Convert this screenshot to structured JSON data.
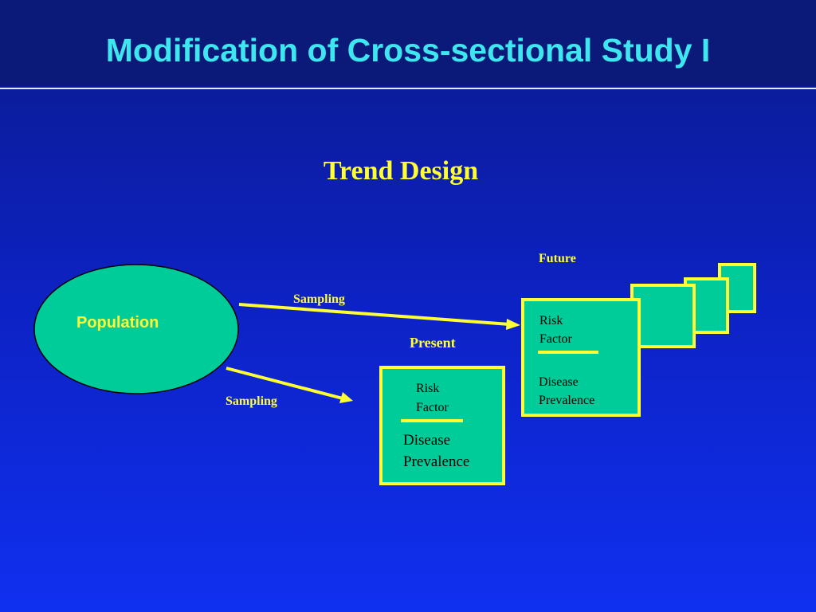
{
  "slide": {
    "title": "Modification of Cross-sectional Study I",
    "subtitle": "Trend Design"
  },
  "population": {
    "label": "Population"
  },
  "arrows": {
    "upper_label": "Sampling",
    "lower_label": "Sampling"
  },
  "present": {
    "label": "Present",
    "box": {
      "line1": "Risk",
      "line2": "Factor",
      "line3": "Disease",
      "line4": "Prevalence"
    }
  },
  "future": {
    "label": "Future",
    "box": {
      "line1": "Risk",
      "line2": "Factor",
      "line3": "Disease",
      "line4": "Prevalence"
    }
  },
  "colors": {
    "background": "#0d22c4",
    "title": "#3ee6f0",
    "accent": "#ffff33",
    "shape_fill": "#00cc99"
  }
}
